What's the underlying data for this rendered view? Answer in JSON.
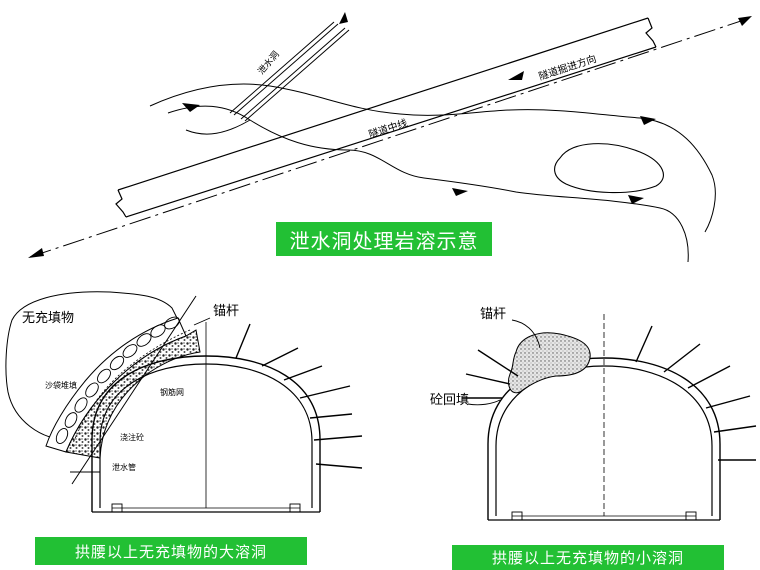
{
  "colors": {
    "banner_bg": "#22c034",
    "banner_text": "#ffffff",
    "line": "#000000",
    "fill_dots": "#d8d8d8"
  },
  "top_panel": {
    "label_drain": "泄水洞",
    "label_direction": "隧道掘进方向",
    "label_centerline": "隧道中线",
    "caption": "泄水洞处理岩溶示意"
  },
  "left_panel": {
    "label_unfilled": "无充填物",
    "label_anchor": "锚杆",
    "label_sandbag": "沙袋堆填",
    "label_mesh": "钢筋网",
    "label_concrete": "浇注砼",
    "label_drainpipe": "泄水管",
    "caption": "拱腰以上无充填物的大溶洞"
  },
  "right_panel": {
    "label_anchor": "锚杆",
    "label_backfill": "砼回填",
    "caption": "拱腰以上无充填物的小溶洞"
  }
}
